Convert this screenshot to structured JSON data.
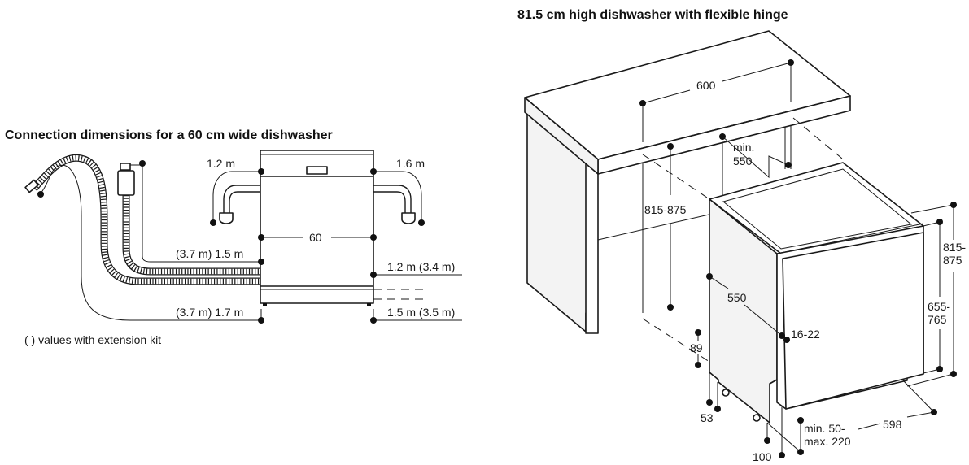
{
  "left": {
    "title": "Connection dimensions for a 60 cm wide dishwasher",
    "labels": {
      "cable_left": "1.2 m",
      "cable_right": "1.6 m",
      "width": "60",
      "inlet_hose": "(3.7 m) 1.5 m",
      "drain_hose": "(3.7 m) 1.7 m",
      "right_upper": "1.2 m (3.4 m)",
      "right_lower": "1.5 m (3.5 m)"
    },
    "note": "( ) values with extension kit"
  },
  "right": {
    "title": "81.5 cm high dishwasher with flexible hinge",
    "labels": {
      "counter_width": "600",
      "min_label": "min.",
      "min_value": "550",
      "niche_height": "815-875",
      "depth": "550",
      "door_gap": "16-22",
      "plinth_height": "89",
      "foot": "53",
      "toe": "100",
      "min50_line1": "min. 50-",
      "min50_line2": "max. 220",
      "appliance_width": "598",
      "door_height_line1": "655-",
      "door_height_line2": "765",
      "total_height_line1": "815-",
      "total_height_line2": "875"
    }
  }
}
